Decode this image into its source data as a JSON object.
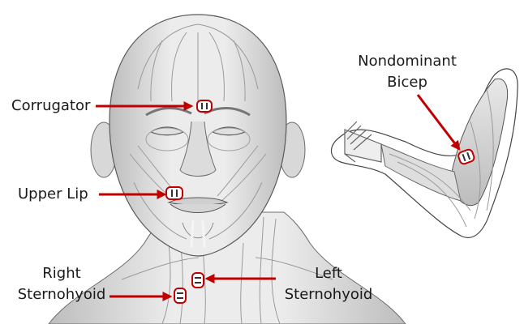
{
  "labels": {
    "corrugator": "Corrugator",
    "upper_lip": "Upper Lip",
    "right_sternohyoid_l1": "Right",
    "right_sternohyoid_l2": "Sternohyoid",
    "left_sternohyoid_l1": "Left",
    "left_sternohyoid_l2": "Sternohyoid",
    "bicep_l1": "Nondominant",
    "bicep_l2": "Bicep"
  },
  "colors": {
    "arrow": "#c00000",
    "electrode_border": "#c00000",
    "skin_light": "#f2f2f2",
    "skin_mid": "#c9c9c9",
    "muscle_line": "#8a8a8a",
    "outline": "#5a5a5a"
  },
  "icons": {
    "electrode": "sensor-pair-icon",
    "arrow": "arrow-right-icon"
  }
}
